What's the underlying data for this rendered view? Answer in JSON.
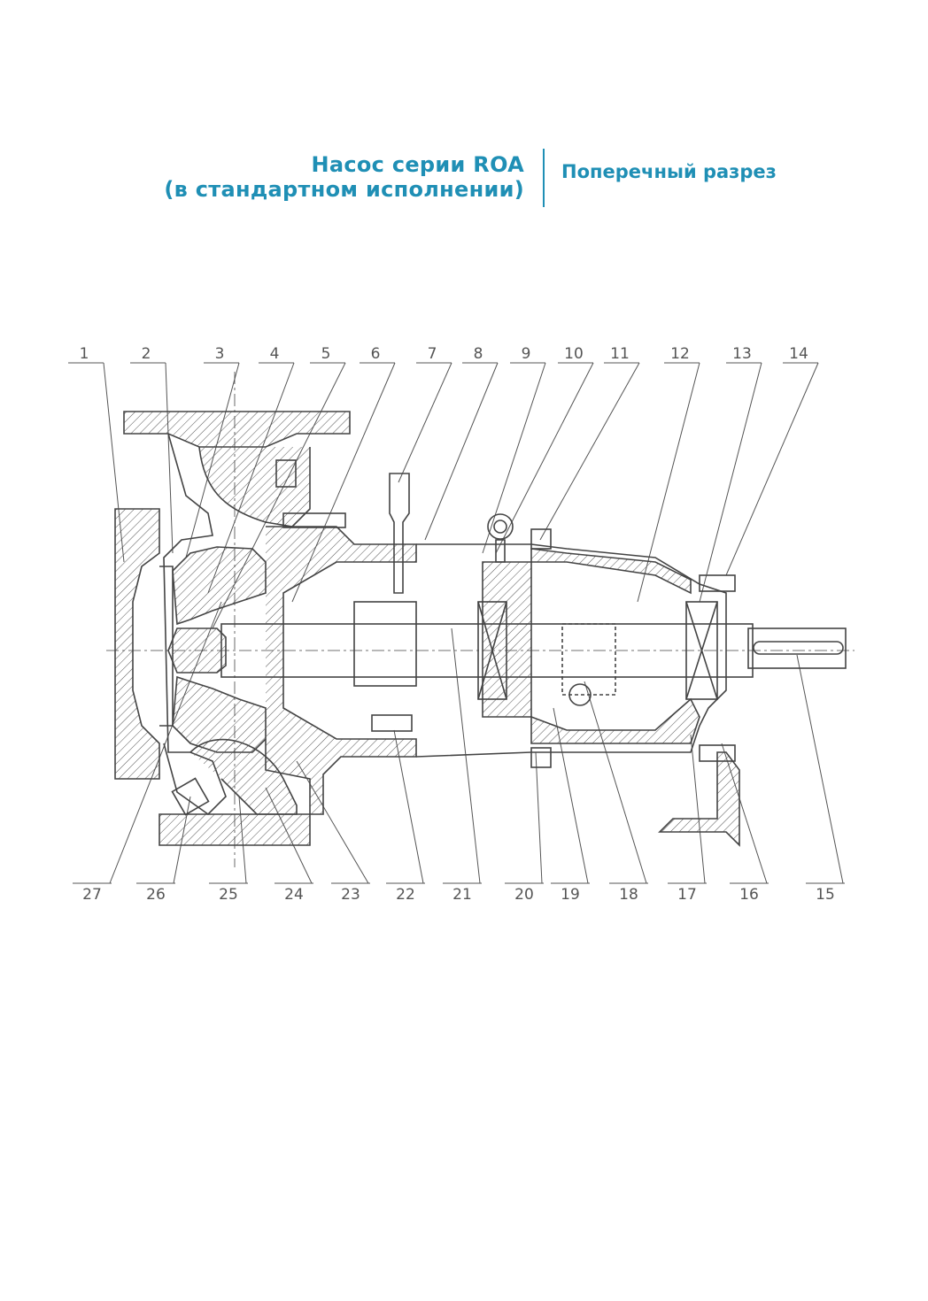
{
  "header": {
    "title_line1": "Насос серии ROA",
    "title_line2": "(в стандартном исполнении)",
    "subtitle": "Поперечный разрез"
  },
  "labels_top": [
    "1",
    "2",
    "3",
    "4",
    "5",
    "6",
    "7",
    "8",
    "9",
    "10",
    "11",
    "12",
    "13",
    "14"
  ],
  "labels_bottom": [
    "27",
    "26",
    "25",
    "24",
    "23",
    "22",
    "21",
    "20",
    "19",
    "18",
    "17",
    "16",
    "15"
  ],
  "colors": {
    "accent": "#1f8fb5",
    "line": "#4a4a4a"
  }
}
